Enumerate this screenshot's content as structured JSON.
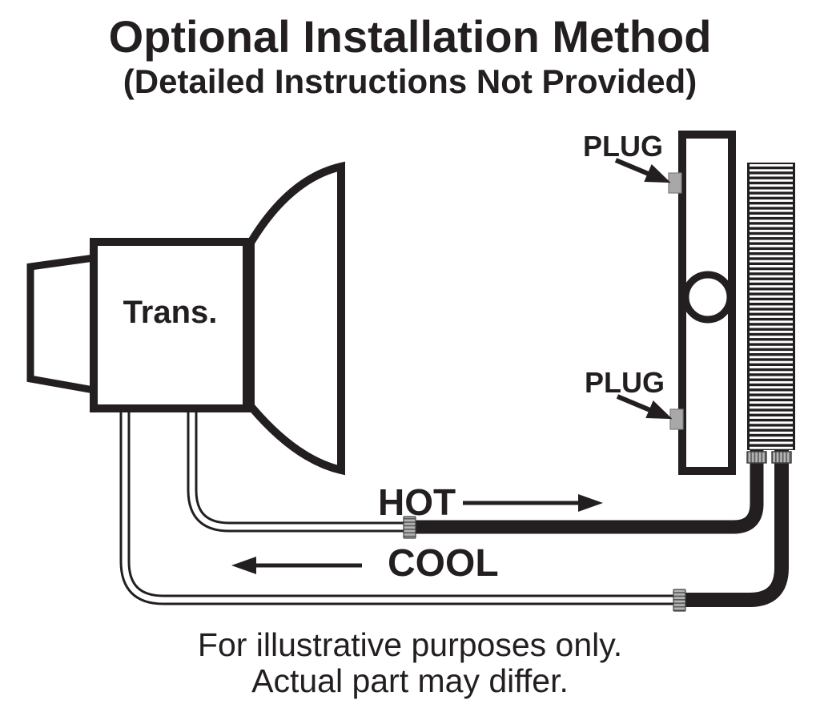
{
  "title": "Optional Installation Method",
  "subtitle": "(Detailed Instructions Not Provided)",
  "labels": {
    "transmission": "Trans.",
    "plug_top": "PLUG",
    "plug_bottom": "PLUG",
    "hot": "HOT",
    "cool": "COOL"
  },
  "footer": {
    "line1": "For illustrative purposes only.",
    "line2": "Actual part may differ."
  },
  "colors": {
    "line_art": "#231f20",
    "plug_gray": "#a8a8a8",
    "fitting_gray": "#b5b5b5",
    "background": "#ffffff"
  }
}
